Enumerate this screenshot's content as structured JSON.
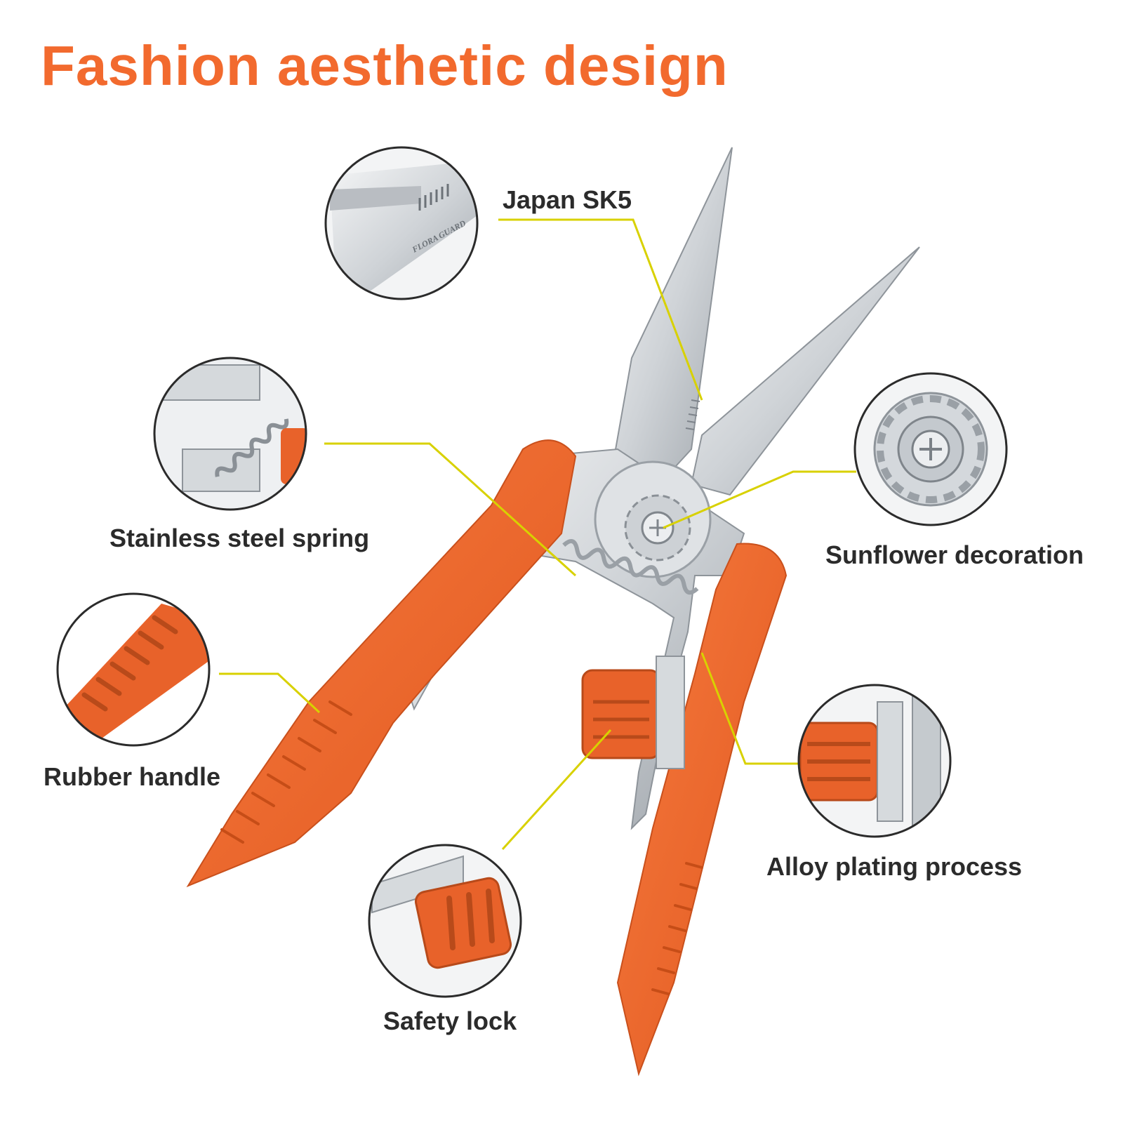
{
  "headline": "Fashion aesthetic design",
  "colors": {
    "accent": "#f26a2e",
    "callout_line": "#d8d100",
    "label_text": "#2b2b2b",
    "steel": "#c8ccd0"
  },
  "features": [
    {
      "label": "Japan SK5",
      "icon": "blade-closeup"
    },
    {
      "label": "Stainless steel spring",
      "icon": "spring-closeup"
    },
    {
      "label": "Sunflower decoration",
      "icon": "sunflower-closeup"
    },
    {
      "label": "Rubber handle",
      "icon": "rubber-handle-closeup"
    },
    {
      "label": "Alloy plating process",
      "icon": "alloy-plating-closeup"
    },
    {
      "label": "Safety lock",
      "icon": "safety-lock-closeup"
    }
  ],
  "brand_engraving": "FLORA GUARD"
}
